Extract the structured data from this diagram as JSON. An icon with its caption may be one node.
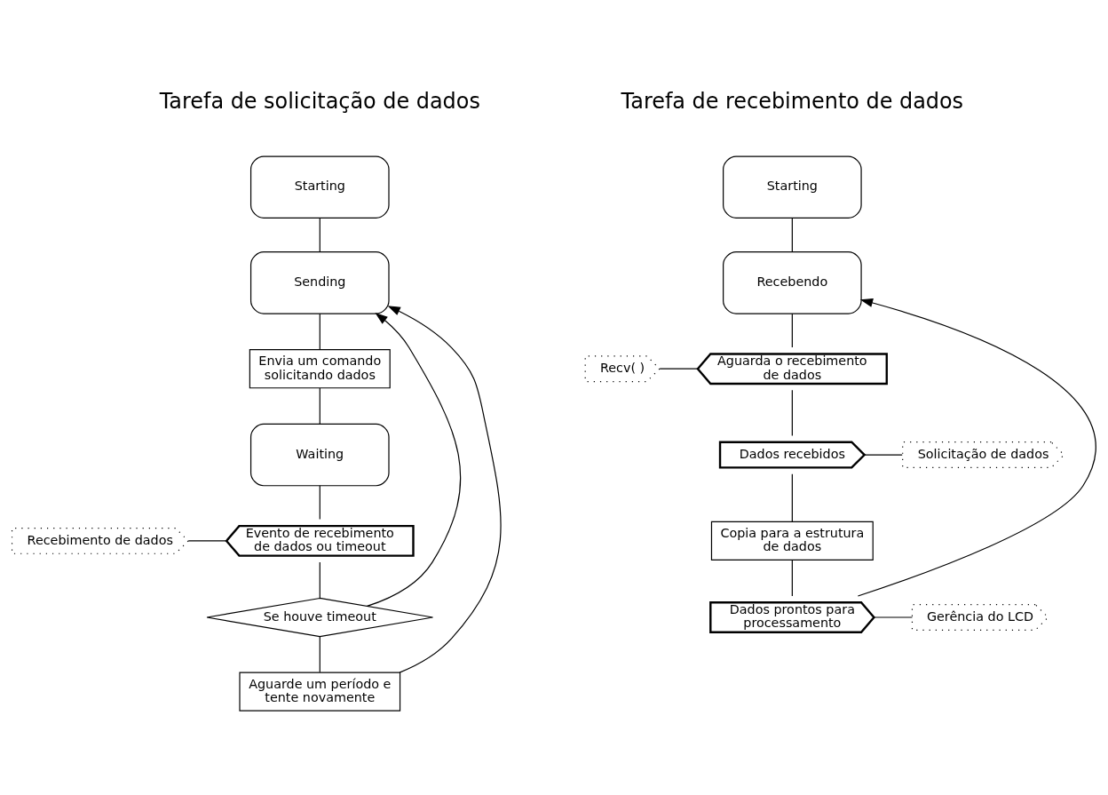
{
  "diagram": {
    "nodes": [
      {
        "text": [
          "Starting"
        ]
      },
      {
        "text": [
          "Sending"
        ]
      },
      {
        "text": [
          "Envia um comando solicitando dados"
        ]
      },
      {
        "text": [
          "Waiting"
        ]
      },
      {
        "text": [
          "Evento de recebimento de dados ou timeout"
        ]
      },
      {
        "text": [
          "Recebimento de dados"
        ]
      },
      {
        "text": [
          "Se houve timeout"
        ]
      },
      {
        "text": [
          "Aguarde um período e tente novamente"
        ]
      },
      {
        "text": [
          "Starting"
        ]
      },
      {
        "text": [
          "Recebendo"
        ]
      },
      {
        "text": [
          "Aguarda o recebimento de dados"
        ]
      },
      {
        "text": [
          "Recv( )"
        ]
      },
      {
        "text": [
          "Dados recebidos"
        ]
      },
      {
        "text": [
          "Solicitação de dados"
        ]
      },
      {
        "text": [
          "Copia para a estrutura de dados"
        ]
      },
      {
        "text": [
          "Dados prontos para processamento"
        ]
      },
      {
        "text": [
          "Gerência do LCD"
        ]
      }
    ],
    "edges": [
      {
        "from": 0,
        "to": 1,
        "arrow": "none"
      },
      {
        "from": 1,
        "to": 2,
        "arrow": "none"
      },
      {
        "from": 2,
        "to": 3,
        "arrow": "none"
      },
      {
        "from": 3,
        "to": 4,
        "arrow": "none"
      },
      {
        "from": 5,
        "to": 4,
        "arrow": "none"
      },
      {
        "from": 4,
        "to": 6,
        "arrow": "none"
      },
      {
        "from": 6,
        "to": 1,
        "arrow": "to"
      },
      {
        "from": 6,
        "to": 7,
        "arrow": "none"
      },
      {
        "from": 7,
        "to": 1,
        "arrow": "to"
      },
      {
        "from": 8,
        "to": 9,
        "arrow": "none"
      },
      {
        "from": 9,
        "to": 10,
        "arrow": "none"
      },
      {
        "from": 11,
        "to": 10,
        "arrow": "none"
      },
      {
        "from": 10,
        "to": 12,
        "arrow": "none"
      },
      {
        "from": 12,
        "to": 13,
        "arrow": "none"
      },
      {
        "from": 12,
        "to": 14,
        "arrow": "none"
      },
      {
        "from": 14,
        "to": 15,
        "arrow": "none"
      },
      {
        "from": 15,
        "to": 16,
        "arrow": "none"
      },
      {
        "from": 15,
        "to": 9,
        "arrow": "to"
      }
    ],
    "labels": [
      "Tarefa de solicitação de dados",
      "Tarefa de recebimento de dados"
    ]
  }
}
